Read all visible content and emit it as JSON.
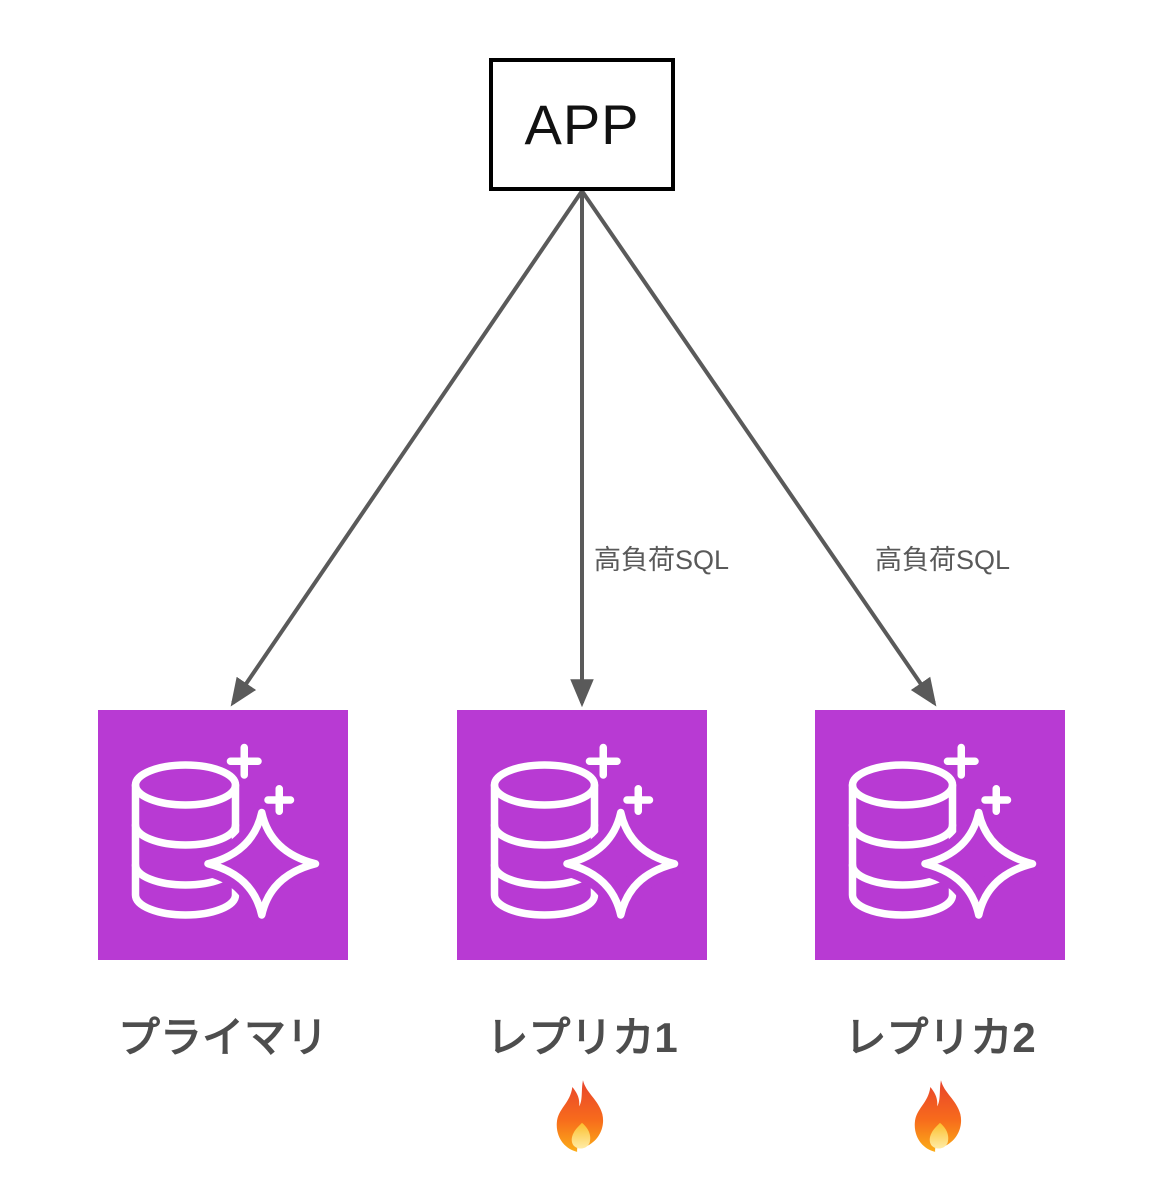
{
  "app": {
    "label": "APP"
  },
  "edges": [
    {
      "from": "APP",
      "to": "プライマリ",
      "label": ""
    },
    {
      "from": "APP",
      "to": "レプリカ1",
      "label": "高負荷SQL"
    },
    {
      "from": "APP",
      "to": "レプリカ2",
      "label": "高負荷SQL"
    }
  ],
  "nodes": [
    {
      "label": "プライマリ",
      "icon": "database-sparkle-icon",
      "status_icon": null
    },
    {
      "label": "レプリカ1",
      "icon": "database-sparkle-icon",
      "status_icon": "fire-icon"
    },
    {
      "label": "レプリカ2",
      "icon": "database-sparkle-icon",
      "status_icon": "fire-icon"
    }
  ],
  "colors": {
    "icon_background": "#b83ad3",
    "icon_stroke": "#ffffff",
    "arrow": "#5a5a5a",
    "app_border": "#000000",
    "node_label": "#4d4d4d",
    "edge_label": "#595959"
  }
}
